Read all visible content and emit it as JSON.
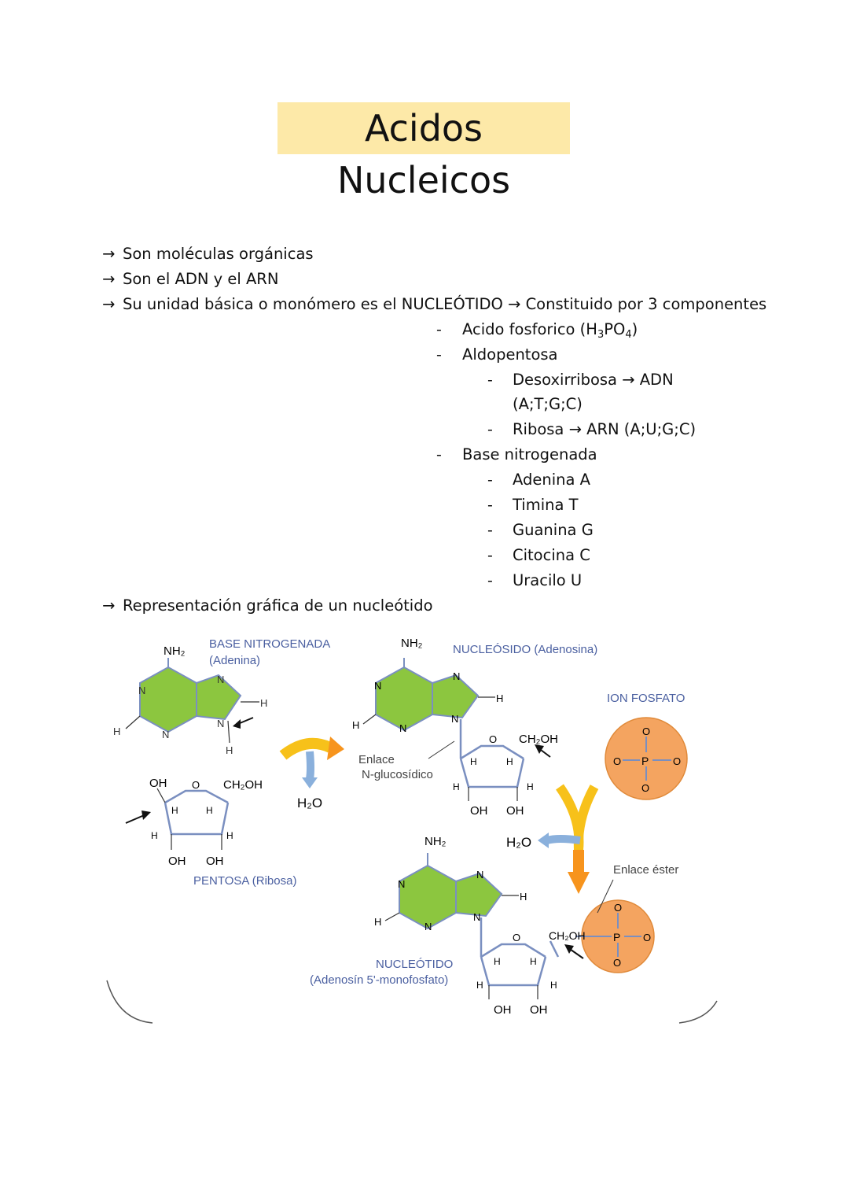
{
  "title": "Acidos Nucleicos",
  "bullets": [
    "Son moléculas orgánicas",
    "Son el ADN y el ARN",
    "Su unidad básica o monómero es el NUCLEÓTIDO",
    "Constituido por 3 componentes"
  ],
  "components": {
    "acido": "Acido fosforico (H",
    "acido_h": "3",
    "acido_p": "PO",
    "acido_o": "4",
    "acido_end": ")",
    "aldopentosa": "Aldopentosa",
    "desoxi": "Desoxirribosa → ADN",
    "desoxi_bases": "(A;T;G;C)",
    "ribosa": "Ribosa → ARN (A;U;G;C)",
    "base": "Base nitrogenada",
    "bases": [
      "Adenina A",
      "Timina T",
      "Guanina G",
      "Citocina C",
      "Uracilo U"
    ]
  },
  "representacion": "Representación gráfica de un nucleótido",
  "diagram": {
    "base_title": "BASE NITROGENADA",
    "base_sub": "(Adenina)",
    "pentosa": "PENTOSA",
    "pentosa_sub": "(Ribosa)",
    "nucleosido": "NUCLEÓSIDO",
    "nucleosido_sub": "(Adenosina)",
    "ion": "ION FOSFATO",
    "enlace_n": "Enlace",
    "enlace_n2": "N-glucosídico",
    "enlace_ester": "Enlace éster",
    "nucleotido": "NUCLEÓTIDO",
    "nucleotido_sub": "(Adenosín 5'-monofosfato)",
    "h2o": "H₂O",
    "nh2": "NH₂",
    "ch2oh": "CH₂OH",
    "oh": "OH",
    "h": "H",
    "n": "N",
    "o": "O",
    "p": "P"
  },
  "colors": {
    "title_bg": "#fde9a8",
    "base_green": "#8cc63f",
    "phosphate": "#f4a460",
    "label_blue": "#4a5fa0"
  }
}
